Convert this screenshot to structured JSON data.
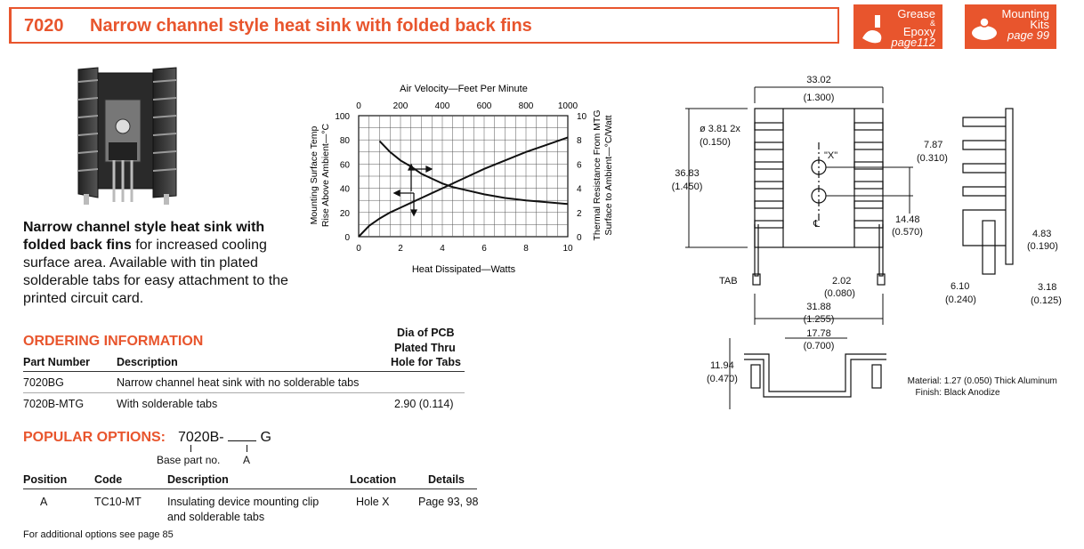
{
  "header": {
    "part_number": "7020",
    "title": "Narrow channel style heat sink with folded back fins"
  },
  "badges": {
    "grease": {
      "line1": "Grease",
      "amp": "&",
      "line2": "Epoxy",
      "page": "page112"
    },
    "kits": {
      "line1": "Mounting",
      "line2": "Kits",
      "page": "page 99"
    }
  },
  "description": {
    "bold": "Narrow channel style heat sink with folded back fins",
    "rest": " for increased cooling surface area. Available with tin plated solderable tabs for easy attachment to the printed circuit card."
  },
  "ordering": {
    "title": "ORDERING INFORMATION",
    "col_part": "Part Number",
    "col_desc": "Description",
    "col_dia_1": "Dia of PCB",
    "col_dia_2": "Plated Thru",
    "col_dia_3": "Hole for Tabs",
    "rows": [
      {
        "part": "7020BG",
        "desc": "Narrow channel heat sink with  no solderable tabs",
        "dia": ""
      },
      {
        "part": "7020B-MTG",
        "desc": "With solderable tabs",
        "dia": "2.90 (0.114)"
      }
    ]
  },
  "options": {
    "title": "POPULAR OPTIONS:",
    "code_prefix": "7020B-",
    "code_suffix": "G",
    "base_label": "Base part no.",
    "a_label": "A",
    "col_position": "Position",
    "col_code": "Code",
    "col_description": "Description",
    "col_location": "Location",
    "col_details": "Details",
    "rows": [
      {
        "position": "A",
        "code": "TC10-MT",
        "desc_1": "Insulating device mounting clip",
        "desc_2": "and solderable tabs",
        "location": "Hole X",
        "details": "Page 93, 98"
      }
    ],
    "footnote": "For additional options see page 85"
  },
  "chart_data": {
    "type": "line",
    "title": "",
    "top_axis_label": "Air Velocity—Feet Per Minute",
    "top_ticks": [
      "0",
      "200",
      "400",
      "600",
      "800",
      "1000"
    ],
    "xlabel": "Heat Dissipated—Watts",
    "x_ticks": [
      "0",
      "2",
      "4",
      "6",
      "8",
      "10"
    ],
    "ylabel_left_1": "Mounting Surface Temp",
    "ylabel_left_2": "Rise Above Ambient—°C",
    "left_ticks": [
      "0",
      "20",
      "40",
      "60",
      "80",
      "100"
    ],
    "ylabel_right_1": "Thermal Resistance From MTG",
    "ylabel_right_2": "Surface to Ambient—°C/Watt",
    "right_ticks": [
      "0",
      "2",
      "4",
      "6",
      "8",
      "10"
    ],
    "xlim": [
      0,
      10
    ],
    "ylim_left": [
      0,
      100
    ],
    "ylim_right": [
      0,
      10
    ],
    "grid": true,
    "series": [
      {
        "axis": "bottom-left",
        "x": [
          0,
          0.5,
          1,
          1.5,
          2,
          2.5,
          3,
          3.5,
          4,
          5,
          6,
          7,
          8,
          9,
          10
        ],
        "y": [
          0,
          9,
          15,
          20,
          24,
          28,
          32,
          36,
          40,
          48,
          56,
          63,
          70,
          76,
          82
        ]
      },
      {
        "axis": "top-right",
        "x": [
          100,
          150,
          200,
          250,
          300,
          350,
          400,
          450,
          500,
          600,
          700,
          800,
          900,
          1000
        ],
        "y": [
          7.9,
          7.0,
          6.3,
          5.8,
          5.2,
          4.8,
          4.4,
          4.1,
          3.9,
          3.5,
          3.2,
          3.0,
          2.85,
          2.7
        ]
      }
    ]
  },
  "drawing": {
    "dim_width": "33.02",
    "dim_width_in": "(1.300)",
    "dim_height": "36.83",
    "dim_height_in": "(1.450)",
    "dim_hole": "ø 3.81 2x",
    "dim_hole_in": "(0.150)",
    "label_x": "\"X\"",
    "dim_787": "7.87",
    "dim_787_in": "(0.310)",
    "dim_1448": "14.48",
    "dim_1448_in": "(0.570)",
    "label_cl": "℄",
    "label_tab": "TAB",
    "dim_202": "2.02",
    "dim_202_in": "(0.080)",
    "dim_3188": "31.88",
    "dim_3188_in": "(1.255)",
    "dim_483": "4.83",
    "dim_483_in": "(0.190)",
    "dim_610": "6.10",
    "dim_610_in": "(0.240)",
    "dim_318": "3.18",
    "dim_318_in": "(0.125)",
    "dim_1778": "17.78",
    "dim_1778_in": "(0.700)",
    "dim_1194": "11.94",
    "dim_1194_in": "(0.470)"
  },
  "material": {
    "material_key": "Material:",
    "material_val": "1.27 (0.050) Thick Aluminum",
    "finish_key": "Finish:",
    "finish_val": "Black Anodize"
  },
  "colors": {
    "accent": "#e8552d"
  }
}
